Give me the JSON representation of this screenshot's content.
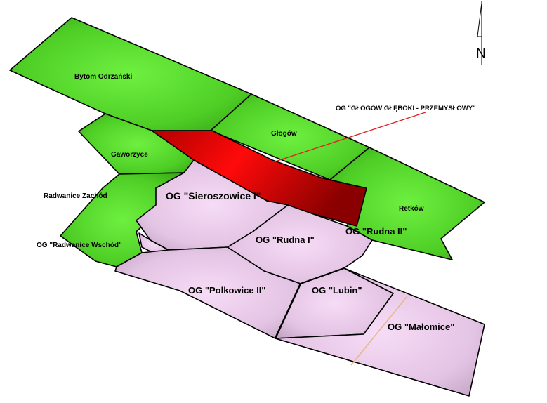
{
  "map": {
    "labels": {
      "bytom_odrzanski": "Bytom Odrzański",
      "glogow": "Głogów",
      "gaworzyce": "Gaworzyce",
      "radwanice_zachod": "Radwanice Zachód",
      "retkow": "Retków",
      "og_sieroszowice": "OG \"Sieroszowice I\"",
      "og_rudna_1": "OG \"Rudna I\"",
      "og_rudna_2": "OG \"Rudna II\"",
      "og_radwanice_wschod": "OG \"Radwanice Wschód\"",
      "og_polkowice": "OG \"Polkowice II\"",
      "og_lubin": "OG \"Lubin\"",
      "og_malomice": "OG \"Małomice\"",
      "og_glogow_gleboki": "OG \"GŁOGÓW  GŁĘBOKI - PRZEMYSŁOWY\""
    },
    "north": "N",
    "colors": {
      "green_area": "#4fcf26",
      "green_area_light": "#63e63a",
      "purple_area": "#e4c4e4",
      "purple_area_dark": "#b89ab8",
      "red_area": "#e00000",
      "callout_line": "#e02020",
      "boundary_line": "#e6b88a"
    }
  }
}
